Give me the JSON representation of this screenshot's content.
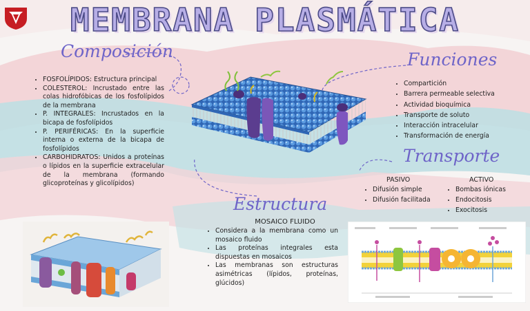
{
  "title": "MEMBRANA PLASMÁTICA",
  "colors": {
    "title_fill": "#b7aee6",
    "title_stroke": "#4b4a86",
    "script_purple": "#6e64c8",
    "logo_red": "#c61d23",
    "membrane_blue": "#3e82cc"
  },
  "composicion": {
    "heading": "Composición",
    "items": [
      "FOSFOLÍPIDOS: Estructura principal",
      "COLESTEROL: Incrustado entre las colas hidrofóbicas de los fosfolípidos de la membrana",
      "P. INTEGRALES: Incrustados en la bicapa de fosfolípidos",
      "P. PERIFÉRICAS: En la superficie interna o externa de la bicapa de fosfolípidos",
      "CARBOHIDRATOS: Unidos a proteínas o lípidos en la superficie extracelular de la membrana (formando glicoproteínas y glicolípidos)"
    ]
  },
  "funciones": {
    "heading": "Funciones",
    "items": [
      "Compartición",
      "Barrera permeable selectiva",
      "Actividad bioquímica",
      "Transporte de soluto",
      "Interacción intracelular",
      "Transformación de energía"
    ]
  },
  "transporte": {
    "heading": "Transporte",
    "pasivo": {
      "label": "PASIVO",
      "items": [
        "Difusión simple",
        "Difusión facilitada"
      ]
    },
    "activo": {
      "label": "ACTIVO",
      "items": [
        "Bombas iónicas",
        "Endocitosis",
        "Exocitosis"
      ]
    }
  },
  "estructura": {
    "heading": "Estructura",
    "subheading": "MOSAICO FLUIDO",
    "items": [
      "Considera a la membrana como un mosaico fluido",
      "Las proteínas integrales esta dispuestas en mosaicos",
      "Las membranas son estructuras asimétricas (lípidos, proteínas, glúcidos)"
    ]
  },
  "icons": [
    "university-logo-icon",
    "membrane-illustration",
    "membrane-cutaway-illustration",
    "transport-diagram"
  ]
}
